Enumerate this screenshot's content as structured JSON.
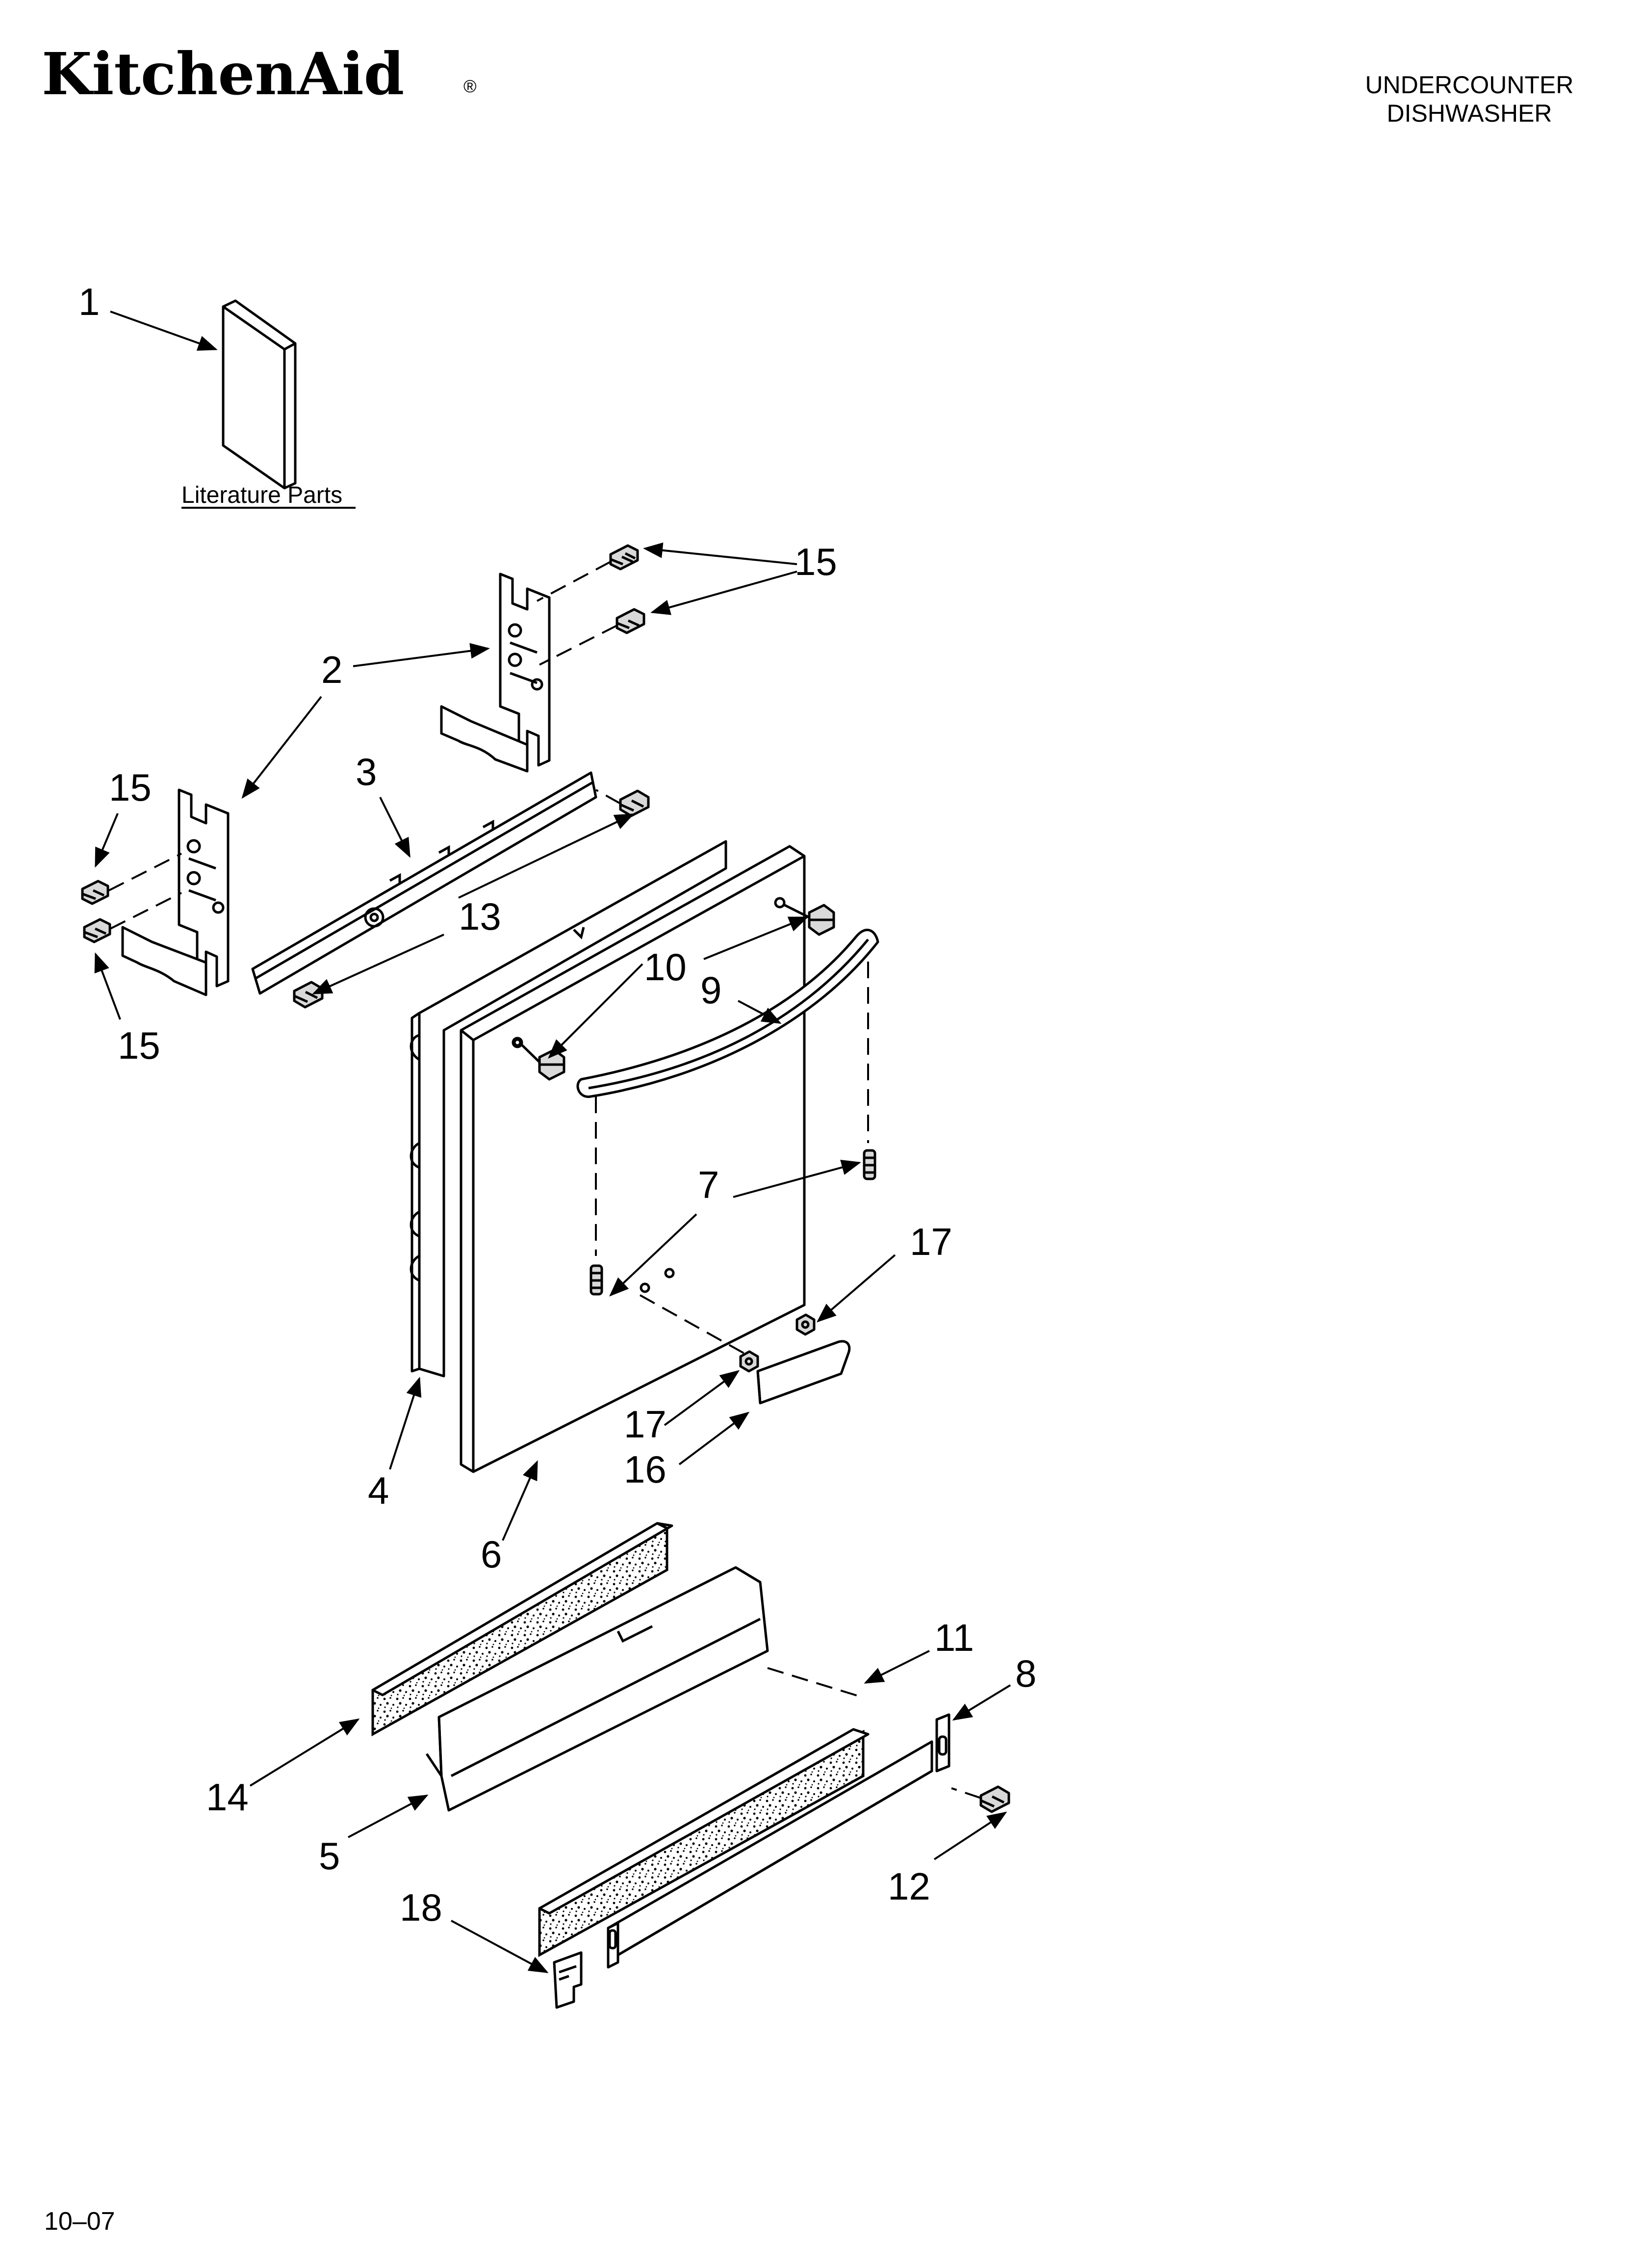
{
  "header": {
    "brand": "KitchenAid",
    "registered_mark": "®",
    "title_line1": "UNDERCOUNTER",
    "title_line2": "DISHWASHER"
  },
  "literature": {
    "label": "Literature Parts"
  },
  "callouts": {
    "c1": "1",
    "c2": "2",
    "c3": "3",
    "c4": "4",
    "c5": "5",
    "c6": "6",
    "c7": "7",
    "c8": "8",
    "c9": "9",
    "c10": "10",
    "c11": "11",
    "c12": "12",
    "c13": "13",
    "c14": "14",
    "c15a": "15",
    "c15b": "15",
    "c15c": "15",
    "c16": "16",
    "c17a": "17",
    "c17b": "17",
    "c18": "18"
  },
  "footer": {
    "date_code": "10–07"
  }
}
